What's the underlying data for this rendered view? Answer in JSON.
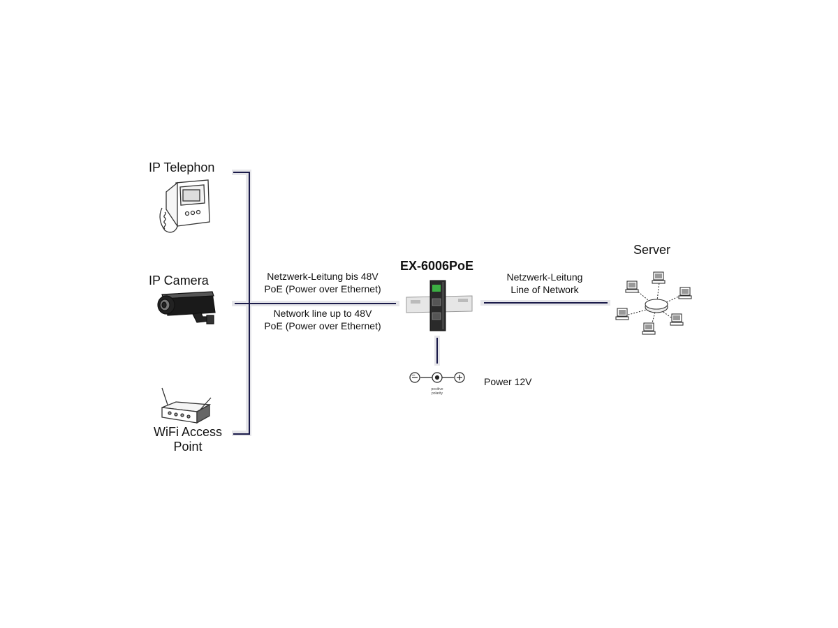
{
  "devices": {
    "telephone": {
      "label": "IP Telephon",
      "icon": "ip-telephone-icon"
    },
    "camera": {
      "label": "IP Camera",
      "icon": "ip-camera-icon"
    },
    "wifi": {
      "label_line1": "WiFi Access",
      "label_line2": "Point",
      "icon": "wifi-router-icon"
    },
    "switch": {
      "label": "EX-6006PoE",
      "icon": "din-rail-switch-icon"
    },
    "server": {
      "label": "Server",
      "icon": "network-star-icon"
    }
  },
  "links": {
    "poe_de_line1": "Netzwerk-Leitung bis 48V",
    "poe_de_line2": "PoE (Power over Ethernet)",
    "poe_en_line1": "Network line up to 48V",
    "poe_en_line2": "PoE (Power over Ethernet)",
    "net_de": "Netzwerk-Leitung",
    "net_en": "Line of Network"
  },
  "power": {
    "label": "Power 12V",
    "polarity_line1": "positive",
    "polarity_line2": "polarity",
    "minus": "−",
    "plus": "+"
  },
  "colors": {
    "wire": "#1b1b4a",
    "switch_body": "#2a2a2a",
    "switch_led": "#3cb043"
  }
}
